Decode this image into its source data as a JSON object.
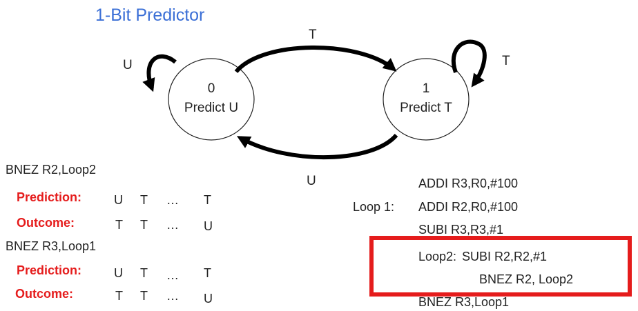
{
  "title": "1-Bit Predictor",
  "states": [
    {
      "id": "0",
      "name": "Predict U"
    },
    {
      "id": "1",
      "name": "Predict T"
    }
  ],
  "edges": {
    "self_u": "U",
    "u_to_t": "T",
    "self_t": "T",
    "t_to_u": "U"
  },
  "trace": {
    "branch1": {
      "instr": "BNEZ R2,Loop2",
      "prediction_label": "Prediction:",
      "outcome_label": "Outcome:",
      "prediction": [
        "U",
        "T",
        "…",
        "T"
      ],
      "outcome": [
        "T",
        "T",
        "…",
        "U"
      ]
    },
    "branch2": {
      "instr": "BNEZ R3,Loop1",
      "prediction_label": "Prediction:",
      "outcome_label": "Outcome:",
      "prediction": [
        "U",
        "T",
        "…",
        "T"
      ],
      "outcome": [
        "T",
        "T",
        "…",
        "U"
      ]
    }
  },
  "code": {
    "line1": "ADDI R3,R0,#100",
    "line2_label": "Loop 1:",
    "line2": "ADDI R2,R0,#100",
    "line3": "SUBI R3,R3,#1",
    "line4_label": "Loop2:",
    "line4": "SUBI R2,R2,#1",
    "line5": "BNEZ R2, Loop2",
    "line6": "BNEZ R3,Loop1"
  },
  "colors": {
    "title": "#3b6fd6",
    "highlight": "#e51c1c",
    "emphasis": "#e51c1c"
  }
}
